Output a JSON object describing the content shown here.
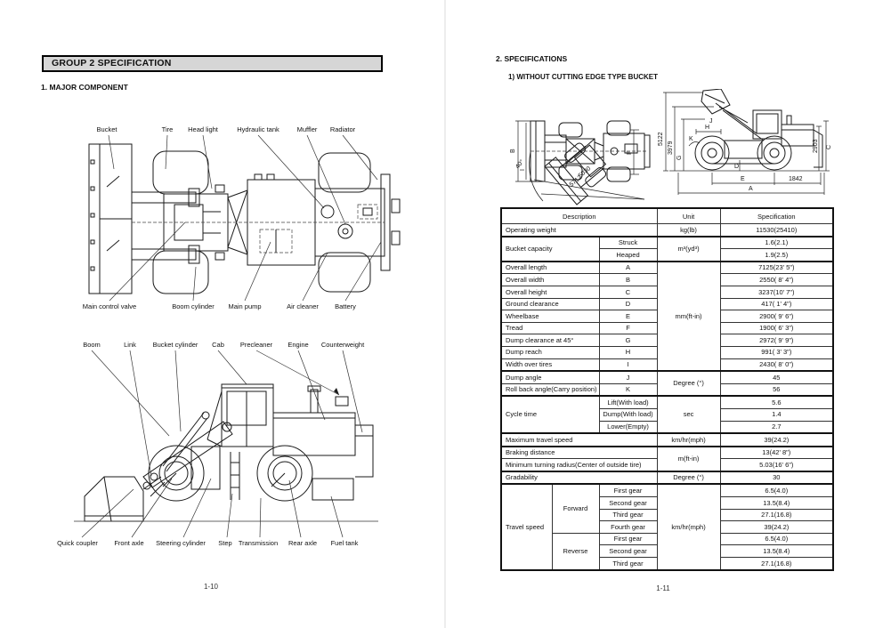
{
  "left_page": {
    "header_title": "GROUP 2 SPECIFICATION",
    "section_title": "1. MAJOR COMPONENT",
    "diagram_top_view": {
      "top_labels": [
        "Bucket",
        "Tire",
        "Head light",
        "Hydraulic tank",
        "Muffler",
        "Radiator"
      ],
      "bottom_labels": [
        "Main control valve",
        "Boom cylinder",
        "Main pump",
        "Air cleaner",
        "Battery"
      ]
    },
    "diagram_side_view": {
      "top_labels": [
        "Boom",
        "Link",
        "Bucket cylinder",
        "Cab",
        "Precleaner",
        "Engine",
        "Counterweight"
      ],
      "bottom_labels": [
        "Quick coupler",
        "Front axle",
        "Steering cylinder",
        "Step",
        "Transmission",
        "Rear axle",
        "Fuel tank"
      ]
    },
    "page_number": "1-10"
  },
  "right_page": {
    "section_title": "2. SPECIFICATIONS",
    "subsection_title": "1) WITHOUT CUTTING EDGE TYPE BUCKET",
    "dimension_labels": {
      "bucket_width": "B",
      "width_over_tires": "I",
      "tread": "F",
      "steer_angle": "40°",
      "radius_inner": "5030",
      "radius_outer": "5712",
      "max_height": "5122",
      "dump_height": "3979",
      "dump_clearance": "G",
      "rollback_angle": "K",
      "dump_angle": "J",
      "dump_reach": "H",
      "ground_clearance": "D",
      "wheelbase": "E",
      "overall_length": "A",
      "overall_height": "C",
      "cab_height": "2903",
      "rear_overhang": "1842"
    },
    "table": {
      "headers": [
        "Description",
        "Unit",
        "Specification"
      ],
      "rows": [
        {
          "cells": [
            {
              "t": "Operating weight",
              "c": 3,
              "al": "l"
            },
            {
              "t": "kg(lb)"
            },
            {
              "t": "11530(25410)"
            }
          ]
        },
        {
          "sep": true,
          "cells": [
            {
              "t": "Bucket capacity",
              "c": 2,
              "r": 2,
              "al": "l"
            },
            {
              "t": "Struck"
            },
            {
              "t": "m³(yd³)",
              "r": 2
            },
            {
              "t": "1.6(2.1)"
            }
          ]
        },
        {
          "cells": [
            {
              "t": "Heaped"
            },
            {
              "t": "1.9(2.5)"
            }
          ]
        },
        {
          "sep": true,
          "cells": [
            {
              "t": "Overall length",
              "c": 2,
              "al": "l"
            },
            {
              "t": "A"
            },
            {
              "t": "mm(ft-in)",
              "r": 9
            },
            {
              "t": "7125(23' 5\")"
            }
          ]
        },
        {
          "cells": [
            {
              "t": "Overall width",
              "c": 2,
              "al": "l"
            },
            {
              "t": "B"
            },
            {
              "t": "2550( 8' 4\")"
            }
          ]
        },
        {
          "cells": [
            {
              "t": "Overall height",
              "c": 2,
              "al": "l"
            },
            {
              "t": "C"
            },
            {
              "t": "3237(10' 7\")"
            }
          ]
        },
        {
          "cells": [
            {
              "t": "Ground clearance",
              "c": 2,
              "al": "l"
            },
            {
              "t": "D"
            },
            {
              "t": "417( 1' 4\")"
            }
          ]
        },
        {
          "cells": [
            {
              "t": "Wheelbase",
              "c": 2,
              "al": "l"
            },
            {
              "t": "E"
            },
            {
              "t": "2900( 9' 6\")"
            }
          ]
        },
        {
          "cells": [
            {
              "t": "Tread",
              "c": 2,
              "al": "l"
            },
            {
              "t": "F"
            },
            {
              "t": "1900( 6' 3\")"
            }
          ]
        },
        {
          "cells": [
            {
              "t": "Dump clearance at 45°",
              "c": 2,
              "al": "l"
            },
            {
              "t": "G"
            },
            {
              "t": "2972( 9' 9\")"
            }
          ]
        },
        {
          "cells": [
            {
              "t": "Dump reach",
              "c": 2,
              "al": "l"
            },
            {
              "t": "H"
            },
            {
              "t": "991( 3' 3\")"
            }
          ]
        },
        {
          "cells": [
            {
              "t": "Width over tires",
              "c": 2,
              "al": "l"
            },
            {
              "t": "I"
            },
            {
              "t": "2430( 8' 0\")"
            }
          ]
        },
        {
          "sep": true,
          "cells": [
            {
              "t": "Dump angle",
              "c": 2,
              "al": "l"
            },
            {
              "t": "J"
            },
            {
              "t": "Degree (°)",
              "r": 2
            },
            {
              "t": "45"
            }
          ]
        },
        {
          "cells": [
            {
              "t": "Roll back angle(Carry position)",
              "c": 2,
              "al": "l"
            },
            {
              "t": "K"
            },
            {
              "t": "56"
            }
          ]
        },
        {
          "sep": true,
          "cells": [
            {
              "t": "Cycle time",
              "c": 2,
              "r": 3,
              "al": "l"
            },
            {
              "t": "Lift(With load)"
            },
            {
              "t": "sec",
              "r": 3
            },
            {
              "t": "5.6"
            }
          ]
        },
        {
          "cells": [
            {
              "t": "Dump(With load)"
            },
            {
              "t": "1.4"
            }
          ]
        },
        {
          "cells": [
            {
              "t": "Lower(Empty)"
            },
            {
              "t": "2.7"
            }
          ]
        },
        {
          "sep": true,
          "cells": [
            {
              "t": "Maximum travel speed",
              "c": 3,
              "al": "l"
            },
            {
              "t": "km/hr(mph)"
            },
            {
              "t": "39(24.2)"
            }
          ]
        },
        {
          "sep": true,
          "cells": [
            {
              "t": "Braking distance",
              "c": 3,
              "al": "l"
            },
            {
              "t": "m(ft-in)",
              "r": 2
            },
            {
              "t": "13(42' 8\")"
            }
          ]
        },
        {
          "cells": [
            {
              "t": "Minimum turning radius(Center of outside tire)",
              "c": 3,
              "al": "l"
            },
            {
              "t": "5.03(16' 6\")"
            }
          ]
        },
        {
          "sep": true,
          "cells": [
            {
              "t": "Gradability",
              "c": 3,
              "al": "l"
            },
            {
              "t": "Degree (°)"
            },
            {
              "t": "30"
            }
          ]
        },
        {
          "sep": true,
          "cells": [
            {
              "t": "Travel speed",
              "r": 7,
              "al": "l"
            },
            {
              "t": "Forward",
              "r": 4
            },
            {
              "t": "First gear"
            },
            {
              "t": "km/hr(mph)",
              "r": 7
            },
            {
              "t": "6.5(4.0)"
            }
          ]
        },
        {
          "cells": [
            {
              "t": "Second gear"
            },
            {
              "t": "13.5(8.4)"
            }
          ]
        },
        {
          "cells": [
            {
              "t": "Third gear"
            },
            {
              "t": "27.1(16.8)"
            }
          ]
        },
        {
          "cells": [
            {
              "t": "Fourth gear"
            },
            {
              "t": "39(24.2)"
            }
          ]
        },
        {
          "cells": [
            {
              "t": "Reverse",
              "r": 3
            },
            {
              "t": "First gear"
            },
            {
              "t": "6.5(4.0)"
            }
          ]
        },
        {
          "cells": [
            {
              "t": "Second gear"
            },
            {
              "t": "13.5(8.4)"
            }
          ]
        },
        {
          "cells": [
            {
              "t": "Third gear"
            },
            {
              "t": "27.1(16.8)"
            }
          ]
        }
      ]
    },
    "page_number": "1-11"
  }
}
